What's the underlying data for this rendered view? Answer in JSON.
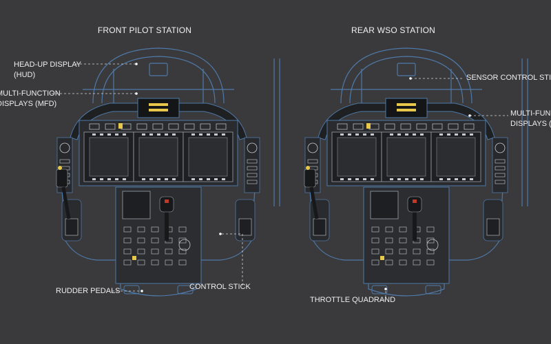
{
  "stations": {
    "front": {
      "title": "FRONT PILOT STATION"
    },
    "rear": {
      "title": "REAR WSO STATION"
    }
  },
  "callouts": {
    "hud": "HEAD-UP DISPLAY\n(HUD)",
    "mfd_front": "MULTI-FUNCTION\nDISPLAYS (MFD)",
    "rudder_pedals": "RUDDER PEDALS",
    "control_stick": "CONTROL STICK",
    "sensor_control_stick": "SENSOR CONTROL STICK",
    "mfd_rear": "MULTI-FUNCTION\nDISPLAYS (MFD)",
    "throttle_quadrand": "THROTTLE QUADRAND"
  },
  "colors": {
    "background": "#3a3a3c",
    "outline": "#4f79a8",
    "panel_dark": "#1f2022",
    "screen": "#2b2d30",
    "accent_yellow": "#e8c84a",
    "stick_red": "#c0392b",
    "label_text": "#eeeeee"
  }
}
